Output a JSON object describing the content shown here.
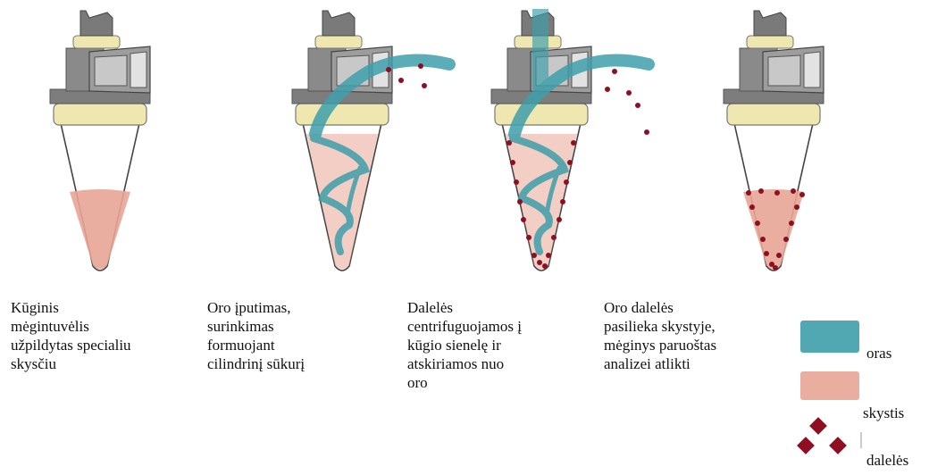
{
  "colors": {
    "air": "#3e9fab",
    "liquid": "#e7a596",
    "particles": "#8e0f22",
    "cap": "#efe7b0",
    "metal_dark": "#7d7d7d",
    "metal_light": "#c8c8c8"
  },
  "stages": [
    {
      "caption": "Kūginis\nmėgintuvėlis\nužpildytas specialiu\nskysčiu",
      "air_flow": false,
      "particles": "none"
    },
    {
      "caption": "Oro įputimas,\nsurinkimas\nformuojant\ncilindrinį sūkurį",
      "air_flow": true,
      "particles": "entering"
    },
    {
      "caption": "Dalelės\ncentrifuguojamos į\nkūgio sienelę ir\natskiriamos nuo\noro",
      "air_flow": true,
      "particles": "wall"
    },
    {
      "caption": "Oro dalelės\npasilieka skystyje,\nmėginys paruoštas\nanalizei atlikti",
      "air_flow": false,
      "particles": "liquid"
    }
  ],
  "legend": [
    {
      "key": "air",
      "label": "oras"
    },
    {
      "key": "liquid",
      "label": "skystis"
    },
    {
      "key": "particles",
      "label": "dalelės"
    }
  ]
}
